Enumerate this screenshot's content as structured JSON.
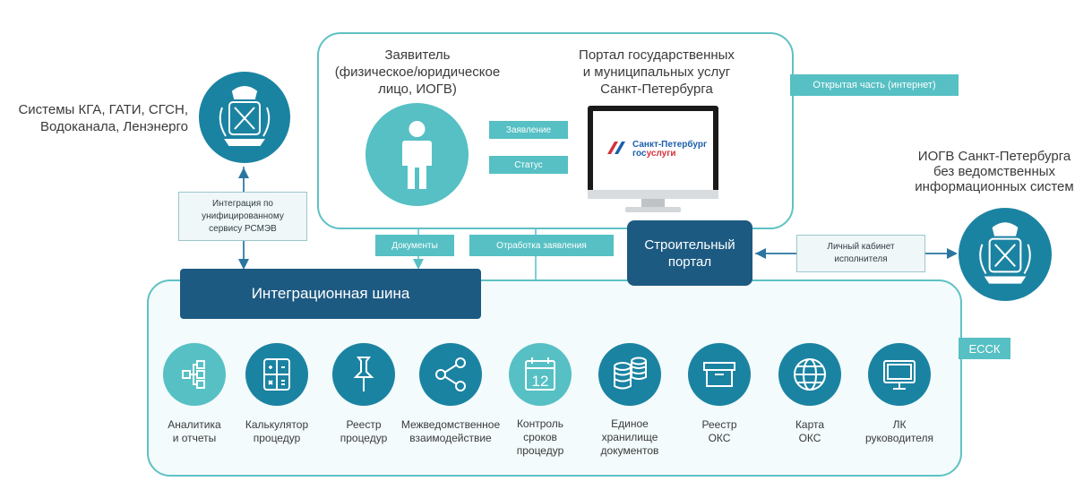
{
  "left_org": {
    "text": "Системы КГА, ГАТИ, СГСН,\nВодоканала, Ленэнерго"
  },
  "right_org": {
    "text": "ИОГВ Санкт-Петербурга\nбез ведомственных\nинформационных систем"
  },
  "applicant": {
    "text": "Заявитель\n(физическое/юридическое\nлицо, ИОГВ)"
  },
  "portal": {
    "text": "Портал государственных\nи муниципальных  услуг\nСанкт-Петербурга",
    "logo_line1": "Санкт-Петербург",
    "logo_line2_a": "гос",
    "logo_line2_b": "услуги"
  },
  "labels": {
    "statement": "Заявление",
    "status": "Статус",
    "open_part": "Открытая  часть (интернет)",
    "documents": "Документы",
    "processing": "Отработка заявления",
    "integration_service": "Интеграция по\nунифицированному\nсервису РСМЭВ",
    "personal_cabinet": "Личный кабинет\nисполнителя",
    "essk": "ЕССК"
  },
  "construction_portal": {
    "text": "Строительный\nпортал"
  },
  "integration_bus": {
    "text": "Интеграционная шина"
  },
  "features": [
    {
      "label": "Аналитика\nи отчеты",
      "icon": "flowchart-icon",
      "color": "#56c0c4"
    },
    {
      "label": "Калькулятор\nпроцедур",
      "icon": "calculator-icon",
      "color": "#1b83a2"
    },
    {
      "label": "Реестр\nпроцедур",
      "icon": "pin-icon",
      "color": "#1b83a2"
    },
    {
      "label": "Межведомственное\nвзаимодействие",
      "icon": "share-icon",
      "color": "#1b83a2"
    },
    {
      "label": "Контроль\nсроков\nпроцедур",
      "icon": "calendar-icon",
      "color": "#56c0c4"
    },
    {
      "label": "Единое\nхранилище\nдокументов",
      "icon": "database-icon",
      "color": "#1b83a2"
    },
    {
      "label": "Реестр\nОКС",
      "icon": "archive-box-icon",
      "color": "#1b83a2"
    },
    {
      "label": "Карта\nОКС",
      "icon": "globe-icon",
      "color": "#1b83a2"
    },
    {
      "label": "ЛК\nруководителя",
      "icon": "monitor-icon",
      "color": "#1b83a2"
    }
  ],
  "calendar_day": "12",
  "colors": {
    "teal": "#56c0c4",
    "blue": "#1b83a2",
    "dark": "#1d5a82",
    "arrow": "#2b76a0"
  }
}
